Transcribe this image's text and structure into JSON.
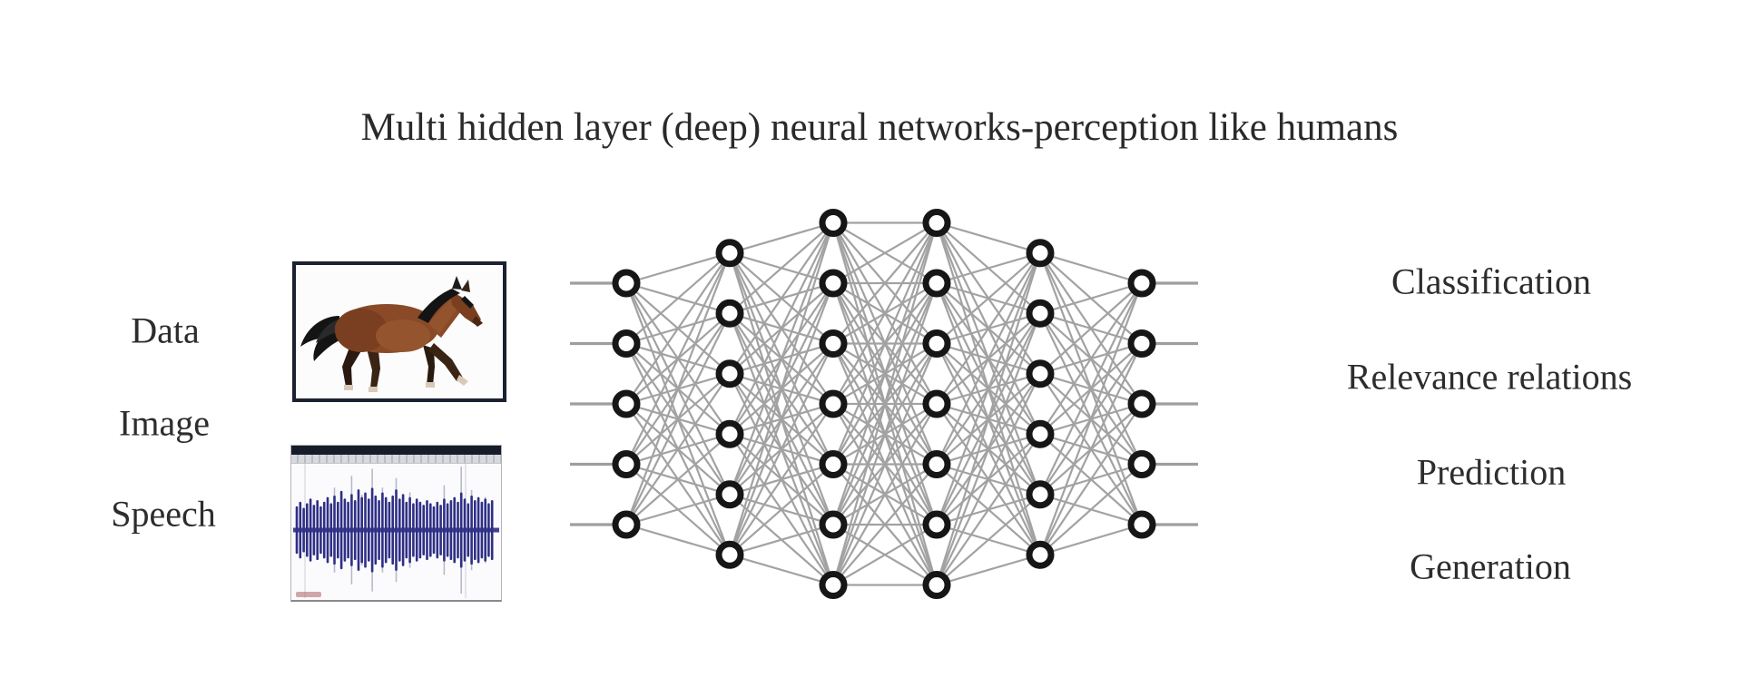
{
  "title": "Multi hidden layer (deep) neural networks-perception like humans",
  "left_labels": [
    {
      "id": "data",
      "text": "Data"
    },
    {
      "id": "image",
      "text": "Image"
    },
    {
      "id": "speech",
      "text": "Speech"
    }
  ],
  "right_labels": [
    {
      "id": "classification",
      "text": "Classification"
    },
    {
      "id": "relevance",
      "text": "Relevance relations"
    },
    {
      "id": "prediction",
      "text": "Prediction"
    },
    {
      "id": "generation",
      "text": "Generation"
    }
  ],
  "network": {
    "layers": [
      5,
      6,
      7,
      7,
      6,
      5
    ],
    "node_color": "#161616",
    "edge_color": "#8c8c8c",
    "stub_color": "#9e9e9e"
  },
  "images": {
    "horse_alt": "bay horse photo",
    "speech_alt": "speech audio waveform"
  },
  "colors": {
    "background": "#ffffff",
    "text": "#2a2a2a",
    "horse_body": "#8a4a28",
    "horse_shade": "#6e3a1e",
    "horse_mane_tail": "#141414",
    "waveform_blue": "#2e2f85",
    "waveform_gray": "#b9bac9"
  },
  "waveform": {
    "amplitudes": [
      0.35,
      0.5,
      0.3,
      0.45,
      0.6,
      0.4,
      0.55,
      0.35,
      0.5,
      0.65,
      0.45,
      0.7,
      0.5,
      0.85,
      0.6,
      0.5,
      0.75,
      0.55,
      0.9,
      0.65,
      0.8,
      0.6,
      0.95,
      0.7,
      0.55,
      0.8,
      0.65,
      0.5,
      0.7,
      0.9,
      0.6,
      0.75,
      0.5,
      0.65,
      0.45,
      0.6,
      0.5,
      0.4,
      0.55,
      0.45,
      0.35,
      0.5,
      0.4,
      0.6,
      0.45,
      0.55,
      0.65,
      0.5,
      0.8,
      0.6,
      0.45,
      0.7,
      0.55,
      0.65,
      0.5,
      0.6,
      0.45,
      0.55
    ],
    "spikes": [
      0,
      0,
      0,
      0,
      0.5,
      0,
      0,
      0,
      0,
      0,
      0,
      0.9,
      0,
      0,
      0,
      0,
      1.15,
      0,
      0,
      0.75,
      0,
      0,
      1.3,
      0,
      0,
      0.9,
      0,
      0,
      0,
      1.1,
      0,
      0,
      0,
      0.8,
      0,
      0,
      0,
      0,
      0,
      0,
      0,
      0,
      0,
      0.95,
      0,
      0,
      0,
      0,
      1.35,
      0,
      0,
      0.85,
      0,
      0,
      0,
      0.7,
      0,
      0
    ]
  }
}
